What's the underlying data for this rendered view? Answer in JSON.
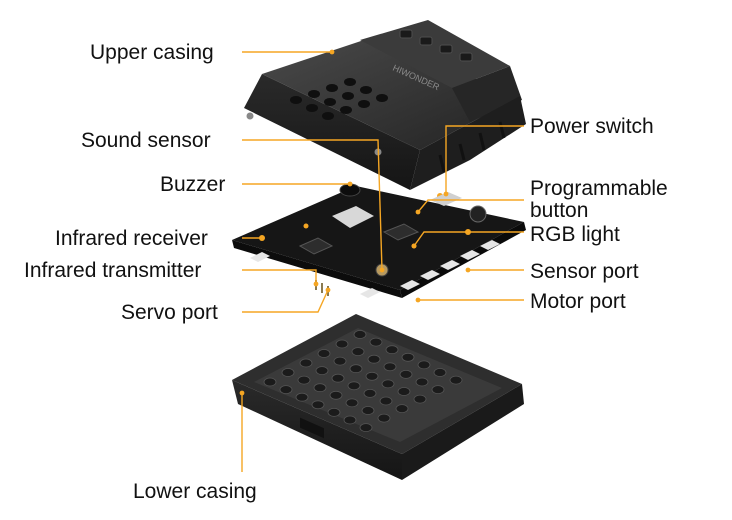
{
  "diagram": {
    "brand_text": "HIWONDER",
    "labels": {
      "upper_casing": "Upper casing",
      "sound_sensor": "Sound sensor",
      "buzzer": "Buzzer",
      "infrared_receiver": "Infrared receiver",
      "infrared_transmitter": "Infrared transmitter",
      "servo_port": "Servo port",
      "lower_casing": "Lower casing",
      "power_switch": "Power switch",
      "programmable_button_line1": "Programmable",
      "programmable_button_line2": "button",
      "rgb_light": "RGB light",
      "sensor_port": "Sensor port",
      "motor_port": "Motor port"
    },
    "colors": {
      "leader_line": "#f5a623",
      "casing": "#2b2b2b",
      "pcb": "#1c1c1c",
      "dot_floor": "#c8c8c8"
    }
  }
}
